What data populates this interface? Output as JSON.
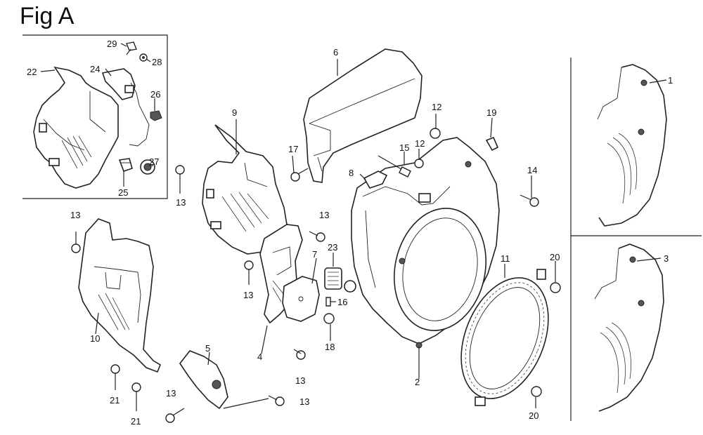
{
  "figure": {
    "title": "Fig A"
  },
  "callouts": {
    "p1": "1",
    "p2": "2",
    "p3": "3",
    "p4": "4",
    "p5": "5",
    "p6": "6",
    "p7": "7",
    "p8": "8",
    "p9": "9",
    "p10": "10",
    "p11": "11",
    "p12a": "12",
    "p12b": "12",
    "p13a": "13",
    "p13b": "13",
    "p13c": "13",
    "p13d": "13",
    "p13e": "13",
    "p13f": "13",
    "p13g": "13",
    "p14": "14",
    "p15": "15",
    "p16": "16",
    "p17": "17",
    "p18": "18",
    "p19": "19",
    "p20a": "20",
    "p20b": "20",
    "p21a": "21",
    "p21b": "21",
    "p22": "22",
    "p23": "23",
    "p24": "24",
    "p25": "25",
    "p26": "26",
    "p27": "27",
    "p28": "28",
    "p29": "29"
  }
}
